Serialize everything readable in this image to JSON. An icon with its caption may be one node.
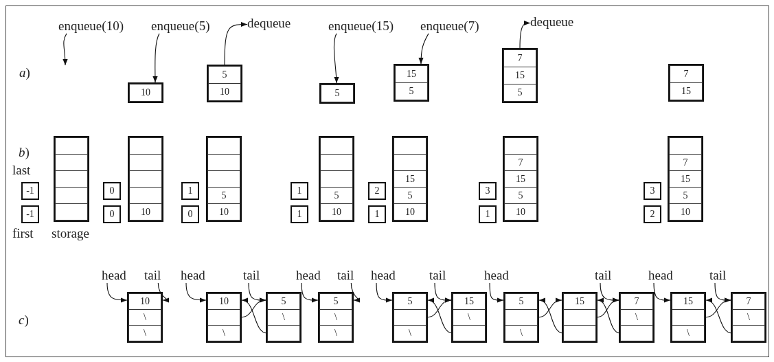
{
  "diagram": {
    "nodes": [
      {
        "text": [
          "enqueue(10)"
        ]
      },
      {
        "text": [
          "enqueue(5)"
        ]
      },
      {
        "text": [
          "dequeue"
        ]
      },
      {
        "text": [
          "enqueue(15)"
        ]
      },
      {
        "text": [
          "enqueue(7)"
        ]
      },
      {
        "text": [
          "dequeue"
        ]
      },
      {
        "text": [],
        "shape": "box"
      },
      {
        "text": [
          "10"
        ],
        "in": 6
      },
      {
        "text": [],
        "shape": "box"
      },
      {
        "text": [
          "5"
        ],
        "in": 8
      },
      {
        "text": [
          "10"
        ],
        "in": 8
      },
      {
        "text": [],
        "shape": "box"
      },
      {
        "text": [
          "5"
        ],
        "in": 11
      },
      {
        "text": [],
        "shape": "box"
      },
      {
        "text": [
          "15"
        ],
        "in": 13
      },
      {
        "text": [
          "5"
        ],
        "in": 13
      },
      {
        "text": [],
        "shape": "box"
      },
      {
        "text": [
          "7"
        ],
        "in": 16
      },
      {
        "text": [
          "15"
        ],
        "in": 16
      },
      {
        "text": [
          "5"
        ],
        "in": 16
      },
      {
        "text": [],
        "shape": "box"
      },
      {
        "text": [
          "7"
        ],
        "in": 20
      },
      {
        "text": [
          "15"
        ],
        "in": 20
      },
      {
        "text": [
          "-1"
        ]
      },
      {
        "text": [
          "-1"
        ]
      },
      {
        "text": [],
        "shape": "box"
      },
      {
        "text": [],
        "shape": "box",
        "in": 25
      },
      {
        "text": [],
        "shape": "box",
        "in": 25
      },
      {
        "text": [],
        "shape": "box",
        "in": 25
      },
      {
        "text": [],
        "shape": "box",
        "in": 25
      },
      {
        "text": [],
        "shape": "box",
        "in": 25
      },
      {
        "text": [
          "0"
        ]
      },
      {
        "text": [
          "0"
        ]
      },
      {
        "text": [],
        "shape": "box"
      },
      {
        "text": [],
        "shape": "box",
        "in": 33
      },
      {
        "text": [],
        "shape": "box",
        "in": 33
      },
      {
        "text": [],
        "shape": "box",
        "in": 33
      },
      {
        "text": [],
        "shape": "box",
        "in": 33
      },
      {
        "text": [
          "10"
        ],
        "in": 33
      },
      {
        "text": [
          "1"
        ]
      },
      {
        "text": [
          "0"
        ]
      },
      {
        "text": [],
        "shape": "box"
      },
      {
        "text": [],
        "shape": "box",
        "in": 41
      },
      {
        "text": [],
        "shape": "box",
        "in": 41
      },
      {
        "text": [],
        "shape": "box",
        "in": 41
      },
      {
        "text": [
          "5"
        ],
        "in": 41
      },
      {
        "text": [
          "10"
        ],
        "in": 41
      },
      {
        "text": [
          "1"
        ]
      },
      {
        "text": [
          "1"
        ]
      },
      {
        "text": [],
        "shape": "box"
      },
      {
        "text": [],
        "shape": "box",
        "in": 49
      },
      {
        "text": [],
        "shape": "box",
        "in": 49
      },
      {
        "text": [],
        "shape": "box",
        "in": 49
      },
      {
        "text": [
          "5"
        ],
        "in": 49
      },
      {
        "text": [
          "10"
        ],
        "in": 49
      },
      {
        "text": [
          "2"
        ]
      },
      {
        "text": [
          "1"
        ]
      },
      {
        "text": [],
        "shape": "box"
      },
      {
        "text": [],
        "shape": "box",
        "in": 57
      },
      {
        "text": [],
        "shape": "box",
        "in": 57
      },
      {
        "text": [
          "15"
        ],
        "in": 57
      },
      {
        "text": [
          "5"
        ],
        "in": 57
      },
      {
        "text": [
          "10"
        ],
        "in": 57
      },
      {
        "text": [
          "3"
        ]
      },
      {
        "text": [
          "1"
        ]
      },
      {
        "text": [],
        "shape": "box"
      },
      {
        "text": [],
        "shape": "box",
        "in": 65
      },
      {
        "text": [
          "7"
        ],
        "in": 65
      },
      {
        "text": [
          "15"
        ],
        "in": 65
      },
      {
        "text": [
          "5"
        ],
        "in": 65
      },
      {
        "text": [
          "10"
        ],
        "in": 65
      },
      {
        "text": [
          "3"
        ]
      },
      {
        "text": [
          "2"
        ]
      },
      {
        "text": [],
        "shape": "box"
      },
      {
        "text": [],
        "shape": "box",
        "in": 73
      },
      {
        "text": [
          "7"
        ],
        "in": 73
      },
      {
        "text": [
          "15"
        ],
        "in": 73
      },
      {
        "text": [
          "5"
        ],
        "in": 73
      },
      {
        "text": [
          "10"
        ],
        "in": 73
      },
      {
        "text": [
          "head"
        ]
      },
      {
        "text": [
          "tail"
        ]
      },
      {
        "text": [],
        "shape": "box"
      },
      {
        "text": [
          "10"
        ],
        "in": 81
      },
      {
        "text": [
          "\\"
        ],
        "in": 81
      },
      {
        "text": [
          "\\"
        ],
        "in": 81
      },
      {
        "text": [
          "head"
        ]
      },
      {
        "text": [
          "tail"
        ]
      },
      {
        "text": [],
        "shape": "box"
      },
      {
        "text": [
          "10"
        ],
        "in": 87
      },
      {
        "text": [],
        "shape": "box",
        "in": 87
      },
      {
        "text": [
          "\\"
        ],
        "in": 87
      },
      {
        "text": [],
        "shape": "box"
      },
      {
        "text": [
          "5"
        ],
        "in": 91
      },
      {
        "text": [
          "\\"
        ],
        "in": 91
      },
      {
        "text": [],
        "shape": "box",
        "in": 91
      },
      {
        "text": [
          "head"
        ]
      },
      {
        "text": [
          "tail"
        ]
      },
      {
        "text": [],
        "shape": "box"
      },
      {
        "text": [
          "5"
        ],
        "in": 97
      },
      {
        "text": [
          "\\"
        ],
        "in": 97
      },
      {
        "text": [
          "\\"
        ],
        "in": 97
      },
      {
        "text": [
          "head"
        ]
      },
      {
        "text": [
          "tail"
        ]
      },
      {
        "text": [],
        "shape": "box"
      },
      {
        "text": [
          "5"
        ],
        "in": 103
      },
      {
        "text": [],
        "shape": "box",
        "in": 103
      },
      {
        "text": [
          "\\"
        ],
        "in": 103
      },
      {
        "text": [],
        "shape": "box"
      },
      {
        "text": [
          "15"
        ],
        "in": 107
      },
      {
        "text": [
          "\\"
        ],
        "in": 107
      },
      {
        "text": [],
        "shape": "box",
        "in": 107
      },
      {
        "text": [
          "head"
        ]
      },
      {
        "text": [
          "tail"
        ]
      },
      {
        "text": [],
        "shape": "box"
      },
      {
        "text": [
          "5"
        ],
        "in": 113
      },
      {
        "text": [],
        "shape": "box",
        "in": 113
      },
      {
        "text": [
          "\\"
        ],
        "in": 113
      },
      {
        "text": [],
        "shape": "box"
      },
      {
        "text": [
          "15"
        ],
        "in": 117
      },
      {
        "text": [],
        "shape": "box",
        "in": 117
      },
      {
        "text": [],
        "shape": "box",
        "in": 117
      },
      {
        "text": [],
        "shape": "box"
      },
      {
        "text": [
          "7"
        ],
        "in": 121
      },
      {
        "text": [
          "\\"
        ],
        "in": 121
      },
      {
        "text": [],
        "shape": "box",
        "in": 121
      },
      {
        "text": [
          "head"
        ]
      },
      {
        "text": [
          "tail"
        ]
      },
      {
        "text": [],
        "shape": "box"
      },
      {
        "text": [
          "15"
        ],
        "in": 127
      },
      {
        "text": [],
        "shape": "box",
        "in": 127
      },
      {
        "text": [
          "\\"
        ],
        "in": 127
      },
      {
        "text": [],
        "shape": "box"
      },
      {
        "text": [
          "7"
        ],
        "in": 131
      },
      {
        "text": [
          "\\"
        ],
        "in": 131
      },
      {
        "text": [],
        "shape": "box",
        "in": 131
      }
    ],
    "edges": [
      {
        "from": 0,
        "to": null,
        "arrow": "to"
      },
      {
        "from": 1,
        "to": 6,
        "arrow": "to"
      },
      {
        "from": 8,
        "to": 2,
        "arrow": "to"
      },
      {
        "from": 3,
        "to": 11,
        "arrow": "to"
      },
      {
        "from": 4,
        "to": 13,
        "arrow": "to"
      },
      {
        "from": 16,
        "to": 5,
        "arrow": "to"
      },
      {
        "from": 79,
        "to": 81,
        "arrow": "to"
      },
      {
        "from": 80,
        "to": 81,
        "arrow": "to"
      },
      {
        "from": 85,
        "to": 87,
        "arrow": "to"
      },
      {
        "from": 86,
        "to": 91,
        "arrow": "to"
      },
      {
        "from": 89,
        "to": 91,
        "arrow": "to"
      },
      {
        "from": 94,
        "to": 87,
        "arrow": "to"
      },
      {
        "from": 95,
        "to": 97,
        "arrow": "to"
      },
      {
        "from": 96,
        "to": 97,
        "arrow": "to"
      },
      {
        "from": 101,
        "to": 103,
        "arrow": "to"
      },
      {
        "from": 102,
        "to": 107,
        "arrow": "to"
      },
      {
        "from": 105,
        "to": 107,
        "arrow": "to"
      },
      {
        "from": 110,
        "to": 103,
        "arrow": "to"
      },
      {
        "from": 111,
        "to": 113,
        "arrow": "to"
      },
      {
        "from": 112,
        "to": 121,
        "arrow": "to"
      },
      {
        "from": 115,
        "to": 117,
        "arrow": "to"
      },
      {
        "from": 120,
        "to": 113,
        "arrow": "to"
      },
      {
        "from": 119,
        "to": 121,
        "arrow": "to"
      },
      {
        "from": 124,
        "to": 117,
        "arrow": "to"
      },
      {
        "from": 125,
        "to": 127,
        "arrow": "to"
      },
      {
        "from": 126,
        "to": 131,
        "arrow": "to"
      },
      {
        "from": 129,
        "to": 131,
        "arrow": "to"
      },
      {
        "from": 134,
        "to": 127,
        "arrow": "to"
      }
    ],
    "labels": [
      "*a*)",
      "*b*)",
      "last",
      "first",
      "storage",
      "*c*)"
    ]
  }
}
